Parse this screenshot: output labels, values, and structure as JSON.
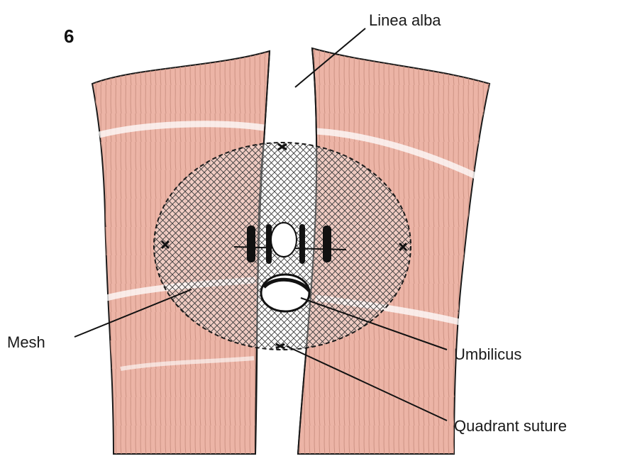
{
  "figure": {
    "number": "6"
  },
  "labels": {
    "linea_alba": "Linea alba",
    "mesh": "Mesh",
    "umbilicus": "Umbilicus",
    "quadrant_suture": "Quadrant suture"
  },
  "colors": {
    "muscle_fill": "#ecb4a6",
    "muscle_fiber": "#c98f80",
    "outline": "#1a1a1a",
    "mesh_line": "#3a3a3a",
    "background": "#ffffff"
  }
}
